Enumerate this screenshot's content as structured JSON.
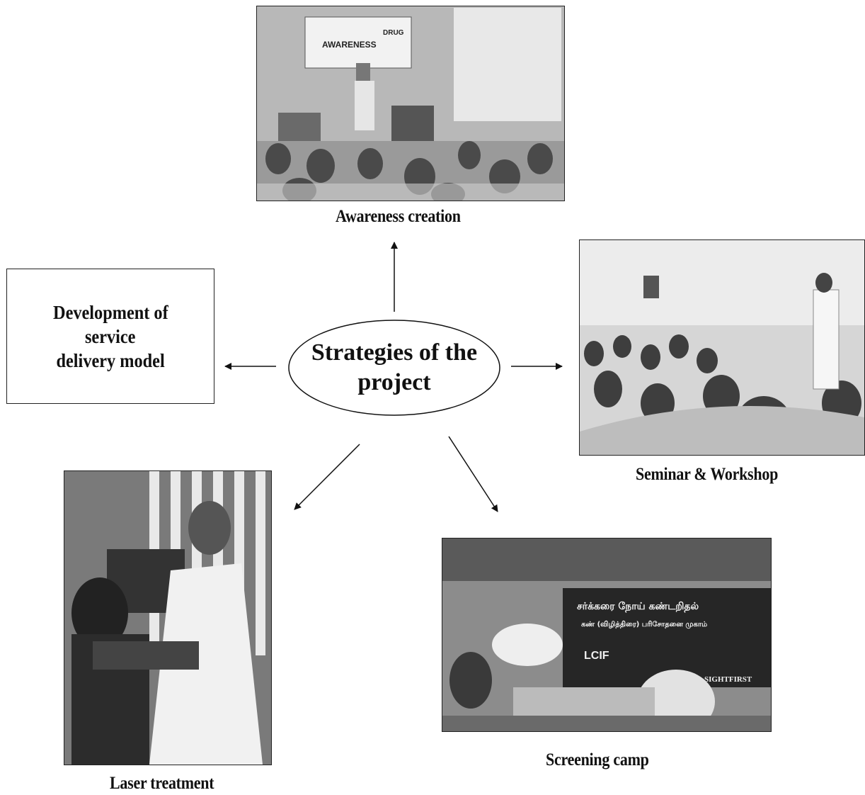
{
  "center": {
    "line1": "Strategies of the",
    "line2": "project"
  },
  "service_box": {
    "line1": "Development of",
    "line2": "service",
    "line3": "delivery model"
  },
  "captions": {
    "awareness": "Awareness creation",
    "seminar": "Seminar & Workshop",
    "screening": "Screening camp",
    "laser": "Laser treatment"
  },
  "banner_awareness": {
    "word1": "DRUG",
    "word2": "AWARENESS"
  },
  "banner_screening": {
    "line1": "சர்க்கரை நோய் கண்டறிதல்",
    "line2": "கண் (விழித்திரை) பரிசோதனை முகாம்",
    "logo1": "LCIF",
    "logo2": "SIGHTFIRST"
  },
  "colors": {
    "line": "#111111",
    "background": "#ffffff",
    "photo_tone": "#8a8a8a"
  }
}
